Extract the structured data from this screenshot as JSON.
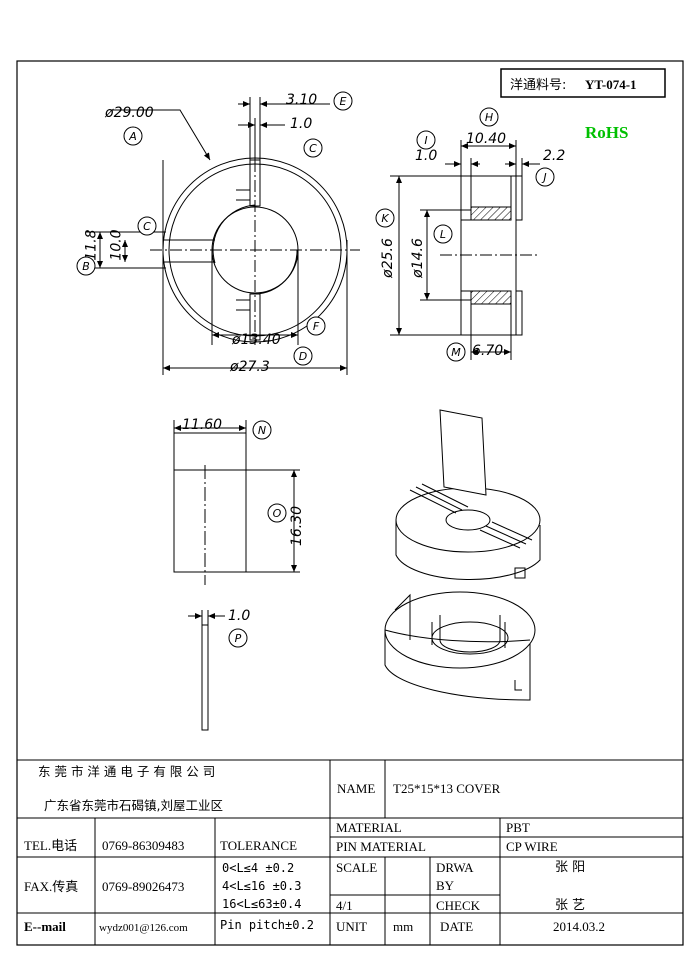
{
  "header": {
    "part_label": "洋通料号:",
    "part_no": "YT-074-1",
    "rohs": "RoHS"
  },
  "dimensions": {
    "A": "ø29.00",
    "E": "3.10",
    "C_top": "1.0",
    "B_outer": "11.8",
    "B_inner": "10.0",
    "F": "ø13.40",
    "D": "ø27.3",
    "H": "10.40",
    "I": "1.0",
    "J": "2.2",
    "K": "ø25.6",
    "L": "ø14.6",
    "M": "6.70",
    "N": "11.60",
    "O": "16.30",
    "P": "1.0"
  },
  "callouts": {
    "A": "A",
    "B": "B",
    "C1": "C",
    "C2": "C",
    "D": "D",
    "E": "E",
    "F": "F",
    "H": "H",
    "I": "I",
    "J": "J",
    "K": "K",
    "L": "L",
    "M": "M",
    "N": "N",
    "O": "O",
    "P": "P"
  },
  "title_block": {
    "company": "东 莞 市 洋 通 电 子 有 限 公 司",
    "address": "广东省东莞市石碣镇,刘屋工业区",
    "name_label": "NAME",
    "name_value": "T25*15*13 COVER",
    "tel_label": "TEL.电话",
    "tel_value": "0769-86309483",
    "fax_label": "FAX.传真",
    "fax_value": "0769-89026473",
    "email_label": "E--mail",
    "email_value": "wydz001@126.com",
    "tolerance_label": "TOLERANCE",
    "tol_1": "0<L≤4   ±0.2",
    "tol_2": "4<L≤16  ±0.3",
    "tol_3": "16<L≤63±0.4",
    "tol_4": "Pin pitch±0.2",
    "material_label": "MATERIAL",
    "material_value": "PBT",
    "pin_material_label": "PIN MATERIAL",
    "pin_material_value": "CP WIRE",
    "scale_label": "SCALE",
    "scale_value": "4/1",
    "drawn_label_1": "DRWA",
    "drawn_label_2": "BY",
    "drawn_value": "张 阳",
    "check_label": "CHECK",
    "check_value": "张 艺",
    "unit_label": "UNIT",
    "unit_value": "mm",
    "date_label": "DATE",
    "date_value": "2014.03.2"
  }
}
